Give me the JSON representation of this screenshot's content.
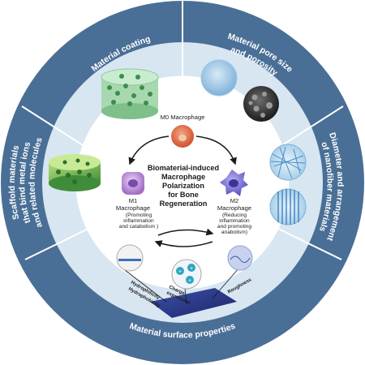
{
  "center": {
    "title_lines": [
      "Biomaterial-induced",
      "Macrophage",
      "Polarization",
      "for Bone",
      "Regeneration"
    ]
  },
  "cells": {
    "m0": {
      "title": "M0 Macrophage"
    },
    "m1": {
      "title_lines": [
        "M1",
        "Macrophage"
      ],
      "desc_lines": [
        "(Promoting",
        "inflammation",
        "and catabolism )"
      ]
    },
    "m2": {
      "title_lines": [
        "M2",
        "Macrophage"
      ],
      "desc_lines": [
        "(Reducing",
        "inflammation",
        "and promoting",
        "anabolism)"
      ]
    }
  },
  "outer_labels": {
    "coating": "Material coating",
    "pore_lines": [
      "Material pore size",
      "and porosity"
    ],
    "nanofiber_lines": [
      "Diameter and arrangement",
      "of nanofiber materials"
    ],
    "surface": "Material surface properties",
    "scaffold_lines": [
      "Scaffold materials",
      "that bind metal ions",
      "and related molecules"
    ]
  },
  "surface_labels": {
    "hydro_lines": [
      "Hydrophilicity",
      "Hydrophobicity"
    ],
    "charge_lines": [
      "Charge",
      "expression"
    ],
    "roughness": "Roughness"
  },
  "colors": {
    "outer_ring": "#4a6f96",
    "inner_panel": "#d8e6f2",
    "divider": "#ffffff",
    "m0_cell": "#e56a45",
    "m1_cell": "#b48ad2",
    "m2_cell": "#7a72d4"
  }
}
